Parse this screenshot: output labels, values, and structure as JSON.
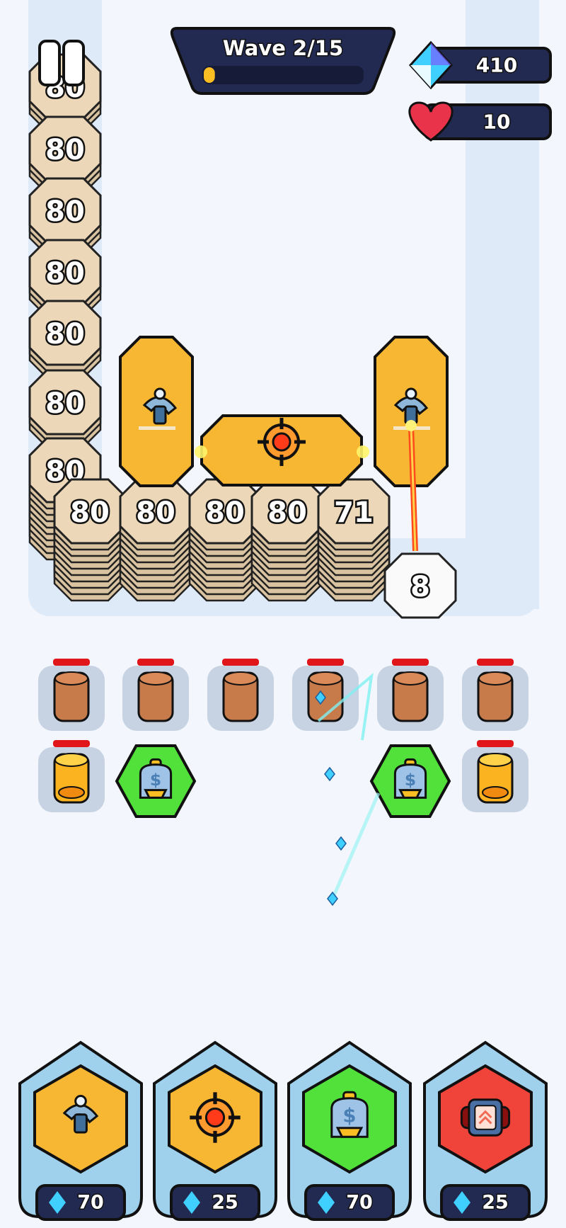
{
  "hud": {
    "wave_label": "Wave  2/15",
    "wave_progress": 0.07,
    "gems": "410",
    "lives": "10",
    "pause_icon": "pause-icon"
  },
  "board": {
    "left_column_tiles": [
      "80",
      "80",
      "80",
      "80",
      "80",
      "80",
      "80"
    ],
    "bottom_row_tiles": [
      "80",
      "80",
      "80",
      "80",
      "71"
    ],
    "end_tile": "8",
    "towers": [
      {
        "type": "cannon",
        "color": "#f7b733"
      },
      {
        "type": "target",
        "color": "#f7b733"
      },
      {
        "type": "cannon",
        "color": "#f7b733",
        "firing": true
      }
    ],
    "laser_color": "#ff4a1c",
    "slots_row1": [
      "barrel",
      "barrel",
      "barrel",
      "barrel",
      "barrel",
      "barrel"
    ],
    "slots_row2": [
      "coin",
      "bank",
      "empty",
      "empty",
      "bank",
      "coin"
    ]
  },
  "shop": [
    {
      "icon": "cannon-icon",
      "price": "70",
      "color": "#f7b733"
    },
    {
      "icon": "target-icon",
      "price": "25",
      "color": "#f7b733"
    },
    {
      "icon": "bank-icon",
      "price": "70",
      "color": "#52e03a"
    },
    {
      "icon": "upgrade-icon",
      "price": "25",
      "color": "#f0433a"
    }
  ],
  "colors": {
    "panel": "#232a52",
    "tile": "#ecd8b8",
    "track": "#dfeaf8",
    "gem": "#3fd0ff"
  }
}
